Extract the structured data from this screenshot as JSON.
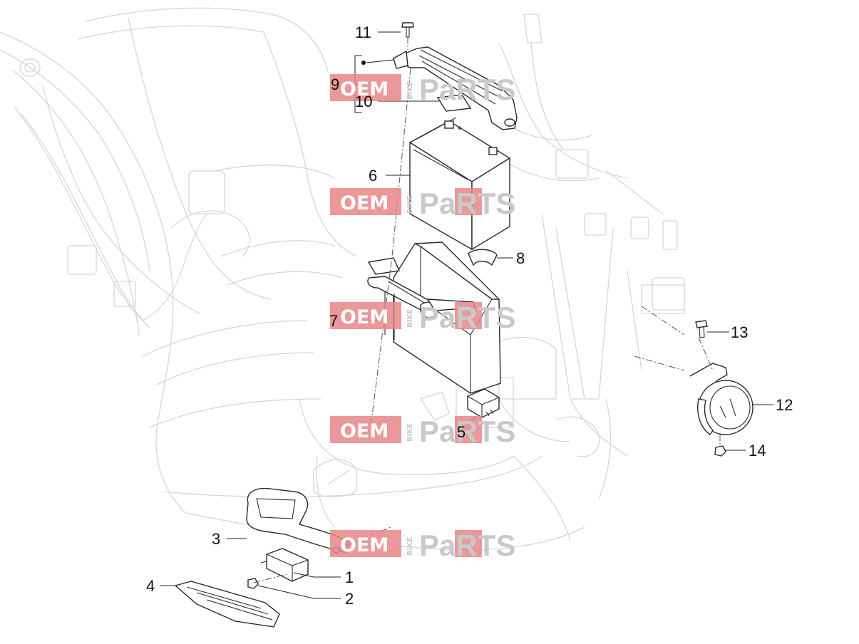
{
  "callouts": {
    "c1": "1",
    "c2": "2",
    "c3": "3",
    "c4": "4",
    "c5": "5",
    "c6": "6",
    "c7": "7",
    "c8": "8",
    "c9": "9",
    "c10": "10",
    "c11": "11",
    "c12": "12",
    "c13": "13",
    "c14": "14"
  },
  "watermark": {
    "oem": "OEM",
    "bike": "BIKE",
    "parts": "PaRTS",
    "colors": {
      "oem_box": "#e8868a",
      "a_box": "#e8868a",
      "letters": "#c9c9c9"
    }
  },
  "colors": {
    "ink": "#2a2a2a",
    "ghost": "#d6d6d6",
    "background": "#ffffff"
  }
}
